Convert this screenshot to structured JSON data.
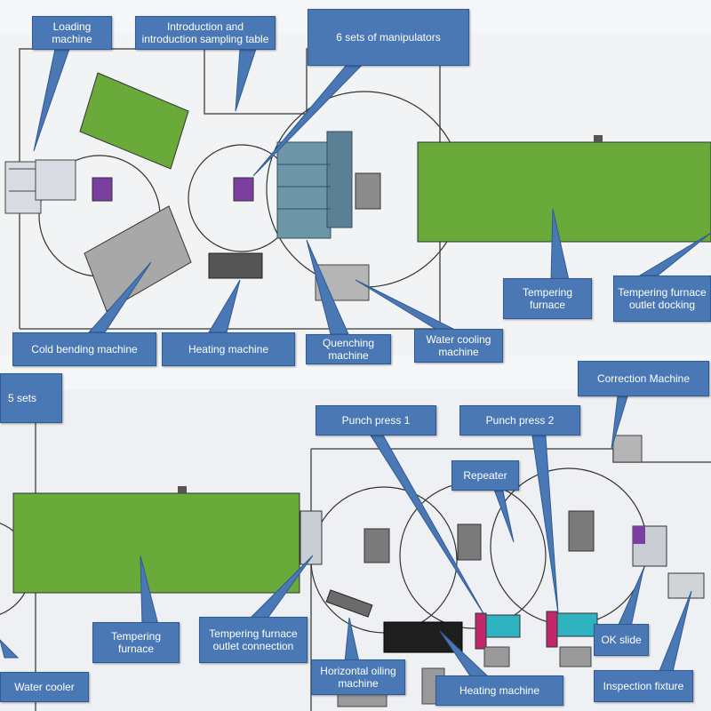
{
  "colors": {
    "callout": "#4a78b5",
    "furnace": "#6aaa3a",
    "purple": "#7b3fa0",
    "magenta": "#c0286a",
    "cyan": "#2fb3c0",
    "machine": "#5b7f94"
  },
  "callouts": {
    "loading_machine": "Loading\nmachine",
    "introduction_table": "Introduction and\nintroduction sampling table",
    "manipulators": "6 sets of manipulators",
    "cold_bending": "Cold bending machine",
    "heating_top": "Heating machine",
    "quenching": "Quenching\nmachine",
    "water_cooling": "Water cooling\nmachine",
    "tempering_top": "Tempering\nfurnace",
    "tempering_outlet_docking": "Tempering furnace\noutlet docking",
    "five_sets": "5 sets",
    "correction": "Correction Machine",
    "punch_press_1": "Punch press 1",
    "punch_press_2": "Punch press 2",
    "repeater": "Repeater",
    "tempering_bottom": "Tempering\nfurnace",
    "tempering_outlet_connection": "Tempering furnace\noutlet connection",
    "horizontal_oiling": "Horizontal oiling\nmachine",
    "heating_bottom": "Heating machine",
    "ok_slide": "OK slide",
    "inspection_fixture": "Inspection fixture",
    "water_cooler": "Water cooler"
  }
}
